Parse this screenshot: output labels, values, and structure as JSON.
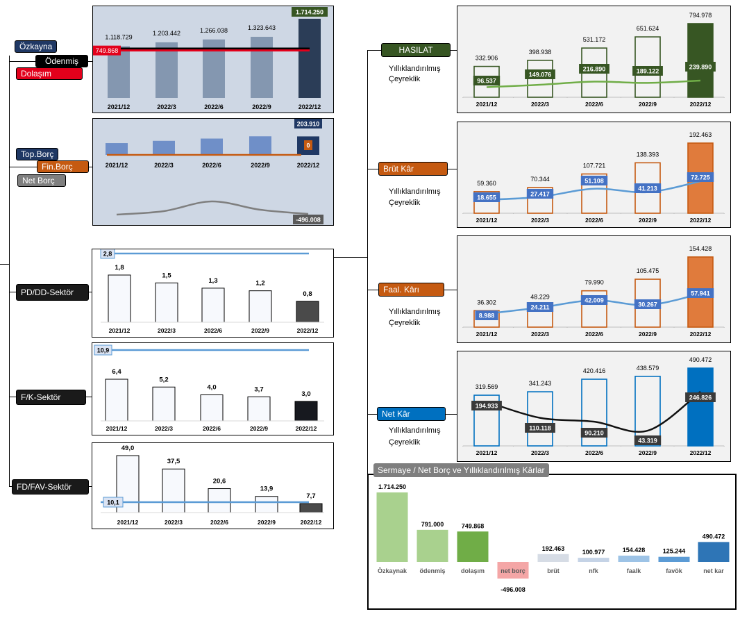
{
  "labels": {
    "ozkayna": "Özkayna",
    "odenmis": "Ödenmiş",
    "dolasim": "Dolaşım",
    "top_borc": "Top.Borç",
    "fin_borc": "Fin.Borç",
    "net_borc": "Net Borç",
    "pd_dd": "PD/DD-Sektör",
    "fk": "F/K-Sektör",
    "fd_fav": "FD/FAV-Sektör",
    "hasilat": "HASILAT",
    "brut_kar": "Brüt Kâr",
    "faal_kar": "Faal. Kârı",
    "net_kar": "Net Kâr",
    "yillik": "Yıllıklandırılmış",
    "ceyrek": "Çeyreklik"
  },
  "colors": {
    "equity_bar": "#8497b0",
    "equity_last": "#2b3d57",
    "equity_bg": "#ced7e4",
    "dolasim_red": "#e3001b",
    "debt_bar": "#6f8fc8",
    "debt_last": "#1f3864",
    "fin_orange": "#c55a11",
    "net_gray": "#7f7f7f",
    "hasilat_green": "#375623",
    "hasilat_line": "#70ad47",
    "brut_orange": "#c55a11",
    "brut_fill": "#e07b3c",
    "quarter_blue": "#4472c4",
    "quarter_line": "#5b9bd5",
    "net_blue": "#0070c0",
    "dark": "#3a3a3a"
  },
  "chart_data": [
    {
      "id": "equity",
      "type": "bar",
      "categories": [
        "2021/12",
        "2022/3",
        "2022/6",
        "2022/9",
        "2022/12"
      ],
      "series": [
        {
          "name": "Özkayna",
          "values": [
            1118729,
            1203442,
            1266038,
            1323643,
            1714250
          ],
          "labels": [
            "1.118.729",
            "1.203.442",
            "1.266.038",
            "1.323.643",
            "1.714.250"
          ]
        },
        {
          "name": "Ödenmiş",
          "values": [
            791000,
            791000,
            791000,
            791000,
            791000
          ]
        },
        {
          "name": "Dolaşım",
          "values": [
            749868,
            749868,
            749868,
            749868,
            749868
          ],
          "label": "749.868"
        }
      ],
      "ylim": [
        0,
        1800000
      ]
    },
    {
      "id": "debt",
      "type": "bar",
      "categories": [
        "2021/12",
        "2022/3",
        "2022/6",
        "2022/9",
        "2022/12"
      ],
      "series": [
        {
          "name": "Top.Borç",
          "values": [
            130000,
            155000,
            180000,
            205000,
            203910
          ],
          "last_label": "203.910"
        },
        {
          "name": "Fin.Borç",
          "values": [
            0,
            0,
            0,
            0,
            0
          ],
          "last_label": "0"
        },
        {
          "name": "Net Borç",
          "values": [
            -560000,
            -490000,
            -330000,
            -450000,
            -496008
          ],
          "last_label": "-496.008"
        }
      ]
    },
    {
      "id": "pddd",
      "type": "bar",
      "categories": [
        "2021/12",
        "2022/3",
        "2022/6",
        "2022/9",
        "2022/12"
      ],
      "values": [
        1.8,
        1.5,
        1.3,
        1.2,
        0.8
      ],
      "value_labels": [
        "1,8",
        "1,5",
        "1,3",
        "1,2",
        "0,8"
      ],
      "sector": 2.8,
      "sector_label": "2,8",
      "ylim": [
        0,
        3
      ]
    },
    {
      "id": "fk",
      "type": "bar",
      "categories": [
        "2021/12",
        "2022/3",
        "2022/6",
        "2022/9",
        "2022/12"
      ],
      "values": [
        6.4,
        5.2,
        4.0,
        3.7,
        3.0
      ],
      "value_labels": [
        "6,4",
        "5,2",
        "4,0",
        "3,7",
        "3,0"
      ],
      "sector": 10.9,
      "sector_label": "10,9",
      "ylim": [
        0,
        11
      ]
    },
    {
      "id": "fdfav",
      "type": "bar",
      "categories": [
        "2021/12",
        "2022/3",
        "2022/6",
        "2022/9",
        "2022/12"
      ],
      "values": [
        49.0,
        37.5,
        20.6,
        13.9,
        7.7
      ],
      "value_labels": [
        "49,0",
        "37,5",
        "20,6",
        "13,9",
        "7,7"
      ],
      "sector": 10.1,
      "sector_label": "10,1",
      "ylim": [
        0,
        52
      ]
    },
    {
      "id": "hasilat",
      "type": "bar",
      "categories": [
        "2021/12",
        "2022/3",
        "2022/6",
        "2022/9",
        "2022/12"
      ],
      "series": [
        {
          "name": "Yıllıklandırılmış",
          "values": [
            332906,
            398938,
            531172,
            651624,
            794978
          ],
          "labels": [
            "332.906",
            "398.938",
            "531.172",
            "651.624",
            "794.978"
          ]
        },
        {
          "name": "Çeyreklik",
          "values": [
            96537,
            149076,
            216890,
            189122,
            239890
          ],
          "labels": [
            "96.537",
            "149.076",
            "216.890",
            "189.122",
            "239.890"
          ]
        }
      ]
    },
    {
      "id": "brut",
      "type": "bar",
      "categories": [
        "2021/12",
        "2022/3",
        "2022/6",
        "2022/9",
        "2022/12"
      ],
      "series": [
        {
          "name": "Yıllıklandırılmış",
          "values": [
            59360,
            70344,
            107721,
            138393,
            192463
          ],
          "labels": [
            "59.360",
            "70.344",
            "107.721",
            "138.393",
            "192.463"
          ]
        },
        {
          "name": "Çeyreklik",
          "values": [
            18655,
            27417,
            51108,
            41213,
            72725
          ],
          "labels": [
            "18.655",
            "27.417",
            "51.108",
            "41.213",
            "72.725"
          ]
        }
      ]
    },
    {
      "id": "faal",
      "type": "bar",
      "categories": [
        "2021/12",
        "2022/3",
        "2022/6",
        "2022/9",
        "2022/12"
      ],
      "series": [
        {
          "name": "Yıllıklandırılmış",
          "values": [
            36302,
            48229,
            79990,
            105475,
            154428
          ],
          "labels": [
            "36.302",
            "48.229",
            "79.990",
            "105.475",
            "154.428"
          ]
        },
        {
          "name": "Çeyreklik",
          "values": [
            8988,
            24211,
            42009,
            30267,
            57941
          ],
          "labels": [
            "8.988",
            "24.211",
            "42.009",
            "30.267",
            "57.941"
          ]
        }
      ]
    },
    {
      "id": "netkar",
      "type": "bar",
      "categories": [
        "2021/12",
        "2022/3",
        "2022/6",
        "2022/9",
        "2022/12"
      ],
      "series": [
        {
          "name": "Yıllıklandırılmış",
          "values": [
            319569,
            341243,
            420416,
            438579,
            490472
          ],
          "labels": [
            "319.569",
            "341.243",
            "420.416",
            "438.579",
            "490.472"
          ]
        },
        {
          "name": "Çeyreklik",
          "values": [
            194933,
            110118,
            90210,
            43319,
            246826
          ],
          "labels": [
            "194.933",
            "110.118",
            "90.210",
            "43.319",
            "246.826"
          ]
        }
      ]
    },
    {
      "id": "summary",
      "type": "bar",
      "title": "Sermaye / Net Borç ve Yıllıklandırılmış Kârlar",
      "categories": [
        "Özkaynak",
        "ödenmiş",
        "dolaşım",
        "net borç",
        "brüt",
        "nfk",
        "faalk",
        "favök",
        "net kar"
      ],
      "values": [
        1714250,
        791000,
        749868,
        -496008,
        192463,
        100977,
        154428,
        125244,
        490472
      ],
      "value_labels": [
        "1.714.250",
        "791.000",
        "749.868",
        "-496.008",
        "192.463",
        "100.977",
        "154.428",
        "125.244",
        "490.472"
      ],
      "colors": [
        "#a9d18e",
        "#a9d18e",
        "#70ad47",
        "#f4a6a6",
        "#d6dce5",
        "#c5d3e6",
        "#9dc3e6",
        "#5b9bd5",
        "#2e75b6"
      ]
    }
  ]
}
